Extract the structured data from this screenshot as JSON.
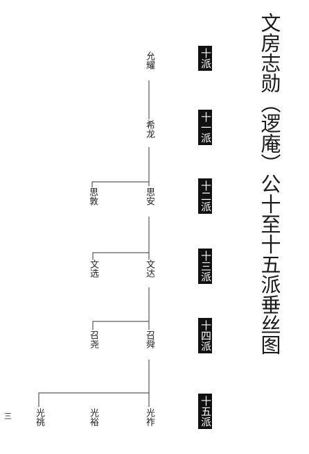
{
  "title": "文房志勋（逻庵）公十至十五派垂丝图",
  "generations": [
    "十派",
    "十一派",
    "十二派",
    "十三派",
    "十四派",
    "十五派"
  ],
  "people": {
    "yunyao": "允耀",
    "xilong": "希龙",
    "sian": "思安",
    "sidun": "思敦",
    "wenda": "文达",
    "wenxuan": "文选",
    "zhaoshun": "召舜",
    "zhaoyao": "召尧",
    "guangzuo": "光祚",
    "guangyu": "光裕",
    "guangzhao": "光祧"
  },
  "page_number": "三"
}
